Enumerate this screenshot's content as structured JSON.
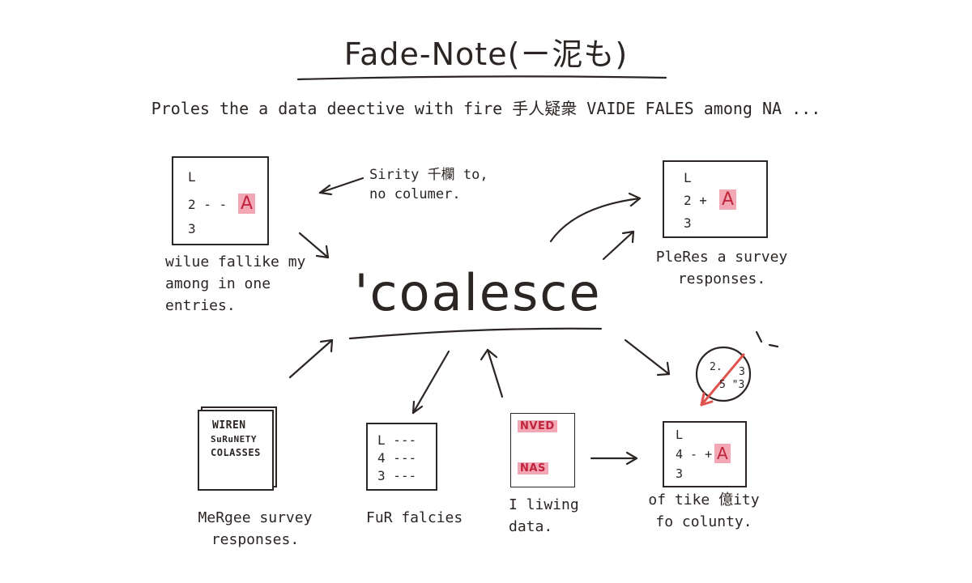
{
  "title": "Fade-Note(ㄧ泥も)",
  "subtitle": "Proles the a data deective with fire 手人疑衆 VAIDE FALES among NA ...",
  "center_word": "'coalesce",
  "top_note": {
    "line1": "Sirity 千欄 to,",
    "line2": "no columer."
  },
  "card_top_left": {
    "l1": "L",
    "l2": "2 - -",
    "l3": "3",
    "badge": "A",
    "caption": "wilue fallike my\namong in one\nentries."
  },
  "card_top_right": {
    "l1": "L",
    "l2": "2 +",
    "l3": "3",
    "badge": "A",
    "caption": "PleRes a survey\nresponses."
  },
  "card_bottom_left": {
    "line1": "WIREN",
    "line2": "SuRuNETY",
    "line3": "COLASSES",
    "caption": "MeRgee survey\nresponses."
  },
  "card_bottom_mid": {
    "l1": "L ---",
    "l2": "4 ---",
    "l3": "3 ---",
    "caption": "FuR falcies"
  },
  "card_bottom_na": {
    "tag1": "NVED",
    "tag2": "NAS",
    "caption": "I liwing\ndata."
  },
  "card_bottom_right": {
    "l1": "L",
    "l2": "4 - +",
    "l3": "3",
    "badge": "A",
    "caption": "of tike 億ity\nfo colunty."
  },
  "circle_numbers": {
    "n1": "2.",
    "n2": "3",
    "n3": "5 \"3"
  },
  "colors": {
    "ink": "#2b2523",
    "highlight": "#f3a6b4",
    "accent_red": "#e0524e"
  }
}
